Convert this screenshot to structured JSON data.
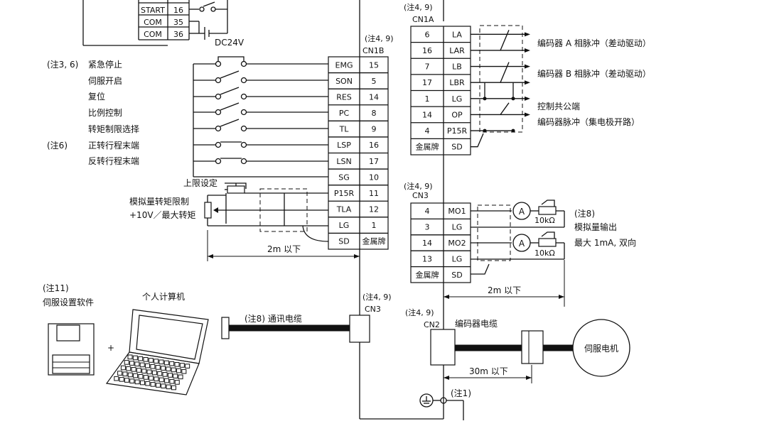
{
  "top_left_block": {
    "rows": [
      {
        "name": "START",
        "pin": "16"
      },
      {
        "name": "COM",
        "pin": "35"
      },
      {
        "name": "COM",
        "pin": "36"
      }
    ],
    "supply": "DC24V"
  },
  "cn1b": {
    "note": "(注4, 9)",
    "title": "CN1B",
    "rows": [
      {
        "signal": "EMG",
        "pin": "15"
      },
      {
        "signal": "SON",
        "pin": "5"
      },
      {
        "signal": "RES",
        "pin": "14"
      },
      {
        "signal": "PC",
        "pin": "8"
      },
      {
        "signal": "TL",
        "pin": "9"
      },
      {
        "signal": "LSP",
        "pin": "16"
      },
      {
        "signal": "LSN",
        "pin": "17"
      },
      {
        "signal": "SG",
        "pin": "10"
      },
      {
        "signal": "P15R",
        "pin": "11"
      },
      {
        "signal": "TLA",
        "pin": "12"
      },
      {
        "signal": "LG",
        "pin": "1"
      },
      {
        "signal": "SD",
        "pin": "金属牌"
      }
    ]
  },
  "input_labels": {
    "note_36": "(注3, 6)",
    "note_6": "(注6)",
    "items": [
      "紧急停止",
      "伺服开启",
      "复位",
      "比例控制",
      "转矩制限选择",
      "正转行程末端",
      "反转行程末端"
    ]
  },
  "analog_in": {
    "upper_limit": "上限设定",
    "line1": "模拟量转矩限制",
    "line2": "+10V／最大转矩",
    "length": "2m 以下"
  },
  "cn1a": {
    "note": "(注4, 9)",
    "title": "CN1A",
    "rows": [
      {
        "pin": "6",
        "signal": "LA"
      },
      {
        "pin": "16",
        "signal": "LAR"
      },
      {
        "pin": "7",
        "signal": "LB"
      },
      {
        "pin": "17",
        "signal": "LBR"
      },
      {
        "pin": "1",
        "signal": "LG"
      },
      {
        "pin": "14",
        "signal": "OP"
      },
      {
        "pin": "4",
        "signal": "P15R"
      },
      {
        "pin": "金属牌",
        "signal": "SD"
      }
    ],
    "labels": [
      "编码器 A 相脉冲（差动驱动）",
      "编码器 B 相脉冲（差动驱动）",
      "控制共公端",
      "编码器脉冲（集电极开路）"
    ]
  },
  "cn3_out": {
    "note": "(注4, 9)",
    "title": "CN3",
    "rows": [
      {
        "pin": "4",
        "signal": "MO1"
      },
      {
        "pin": "3",
        "signal": "LG"
      },
      {
        "pin": "14",
        "signal": "MO2"
      },
      {
        "pin": "13",
        "signal": "LG"
      },
      {
        "pin": "金属牌",
        "signal": "SD"
      }
    ],
    "meter": "A",
    "resistor": "10kΩ",
    "note8": "(注8)",
    "desc1": "模拟量输出",
    "desc2": "最大 1mA, 双向",
    "length": "2m 以下"
  },
  "pc": {
    "note11": "(注11)",
    "software": "伺服设置软件",
    "computer": "个人计算机",
    "plus": "+",
    "cable": "(注8) 通讯电缆",
    "cn3_note": "(注4, 9)",
    "cn3_title": "CN3"
  },
  "encoder": {
    "note": "(注4, 9)",
    "cn2": "CN2",
    "cable": "编码器电缆",
    "motor": "伺服电机",
    "length": "30m 以下",
    "ground_note": "(注1)"
  }
}
